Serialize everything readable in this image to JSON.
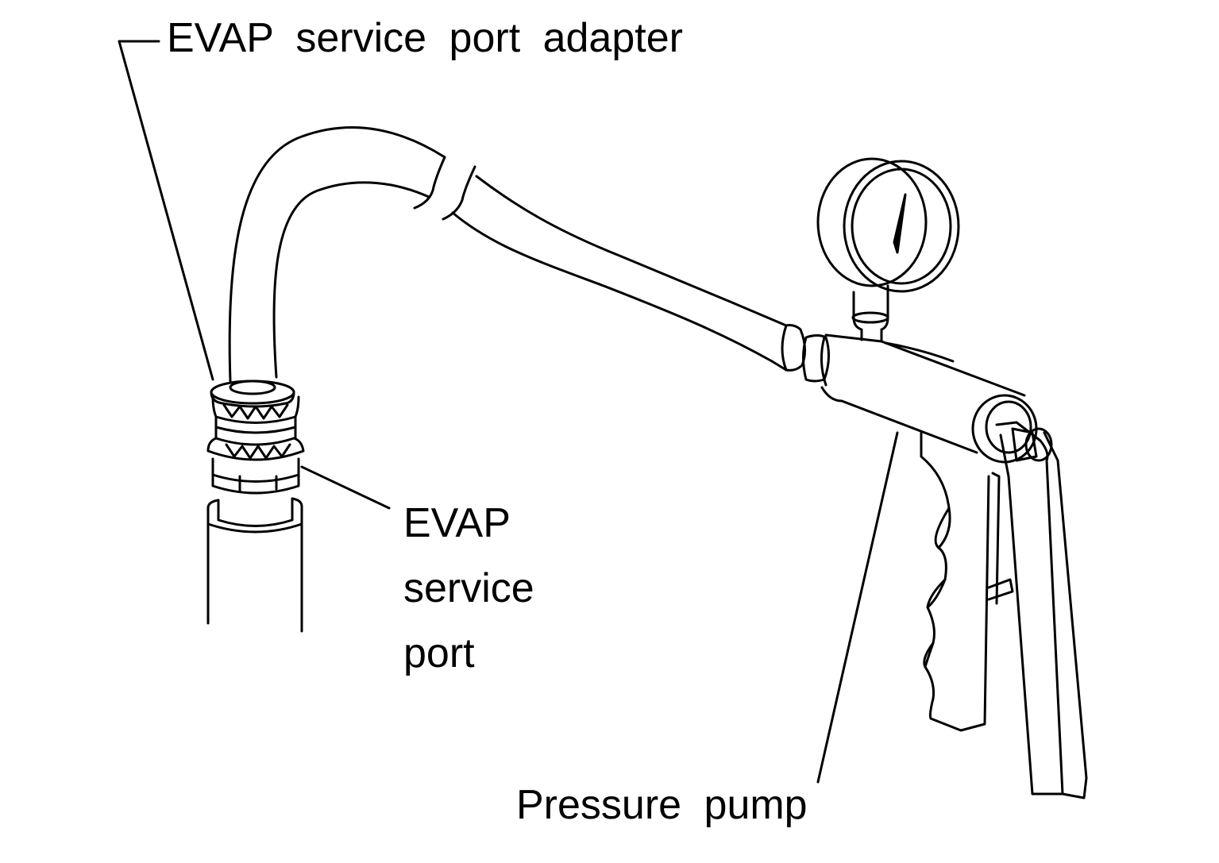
{
  "labels": {
    "adapter": "EVAP service port adapter",
    "port_line1": "EVAP",
    "port_line2": "service",
    "port_line3": "port",
    "pump": "Pressure pump"
  },
  "colors": {
    "ink": "#000000",
    "background": "#ffffff"
  }
}
